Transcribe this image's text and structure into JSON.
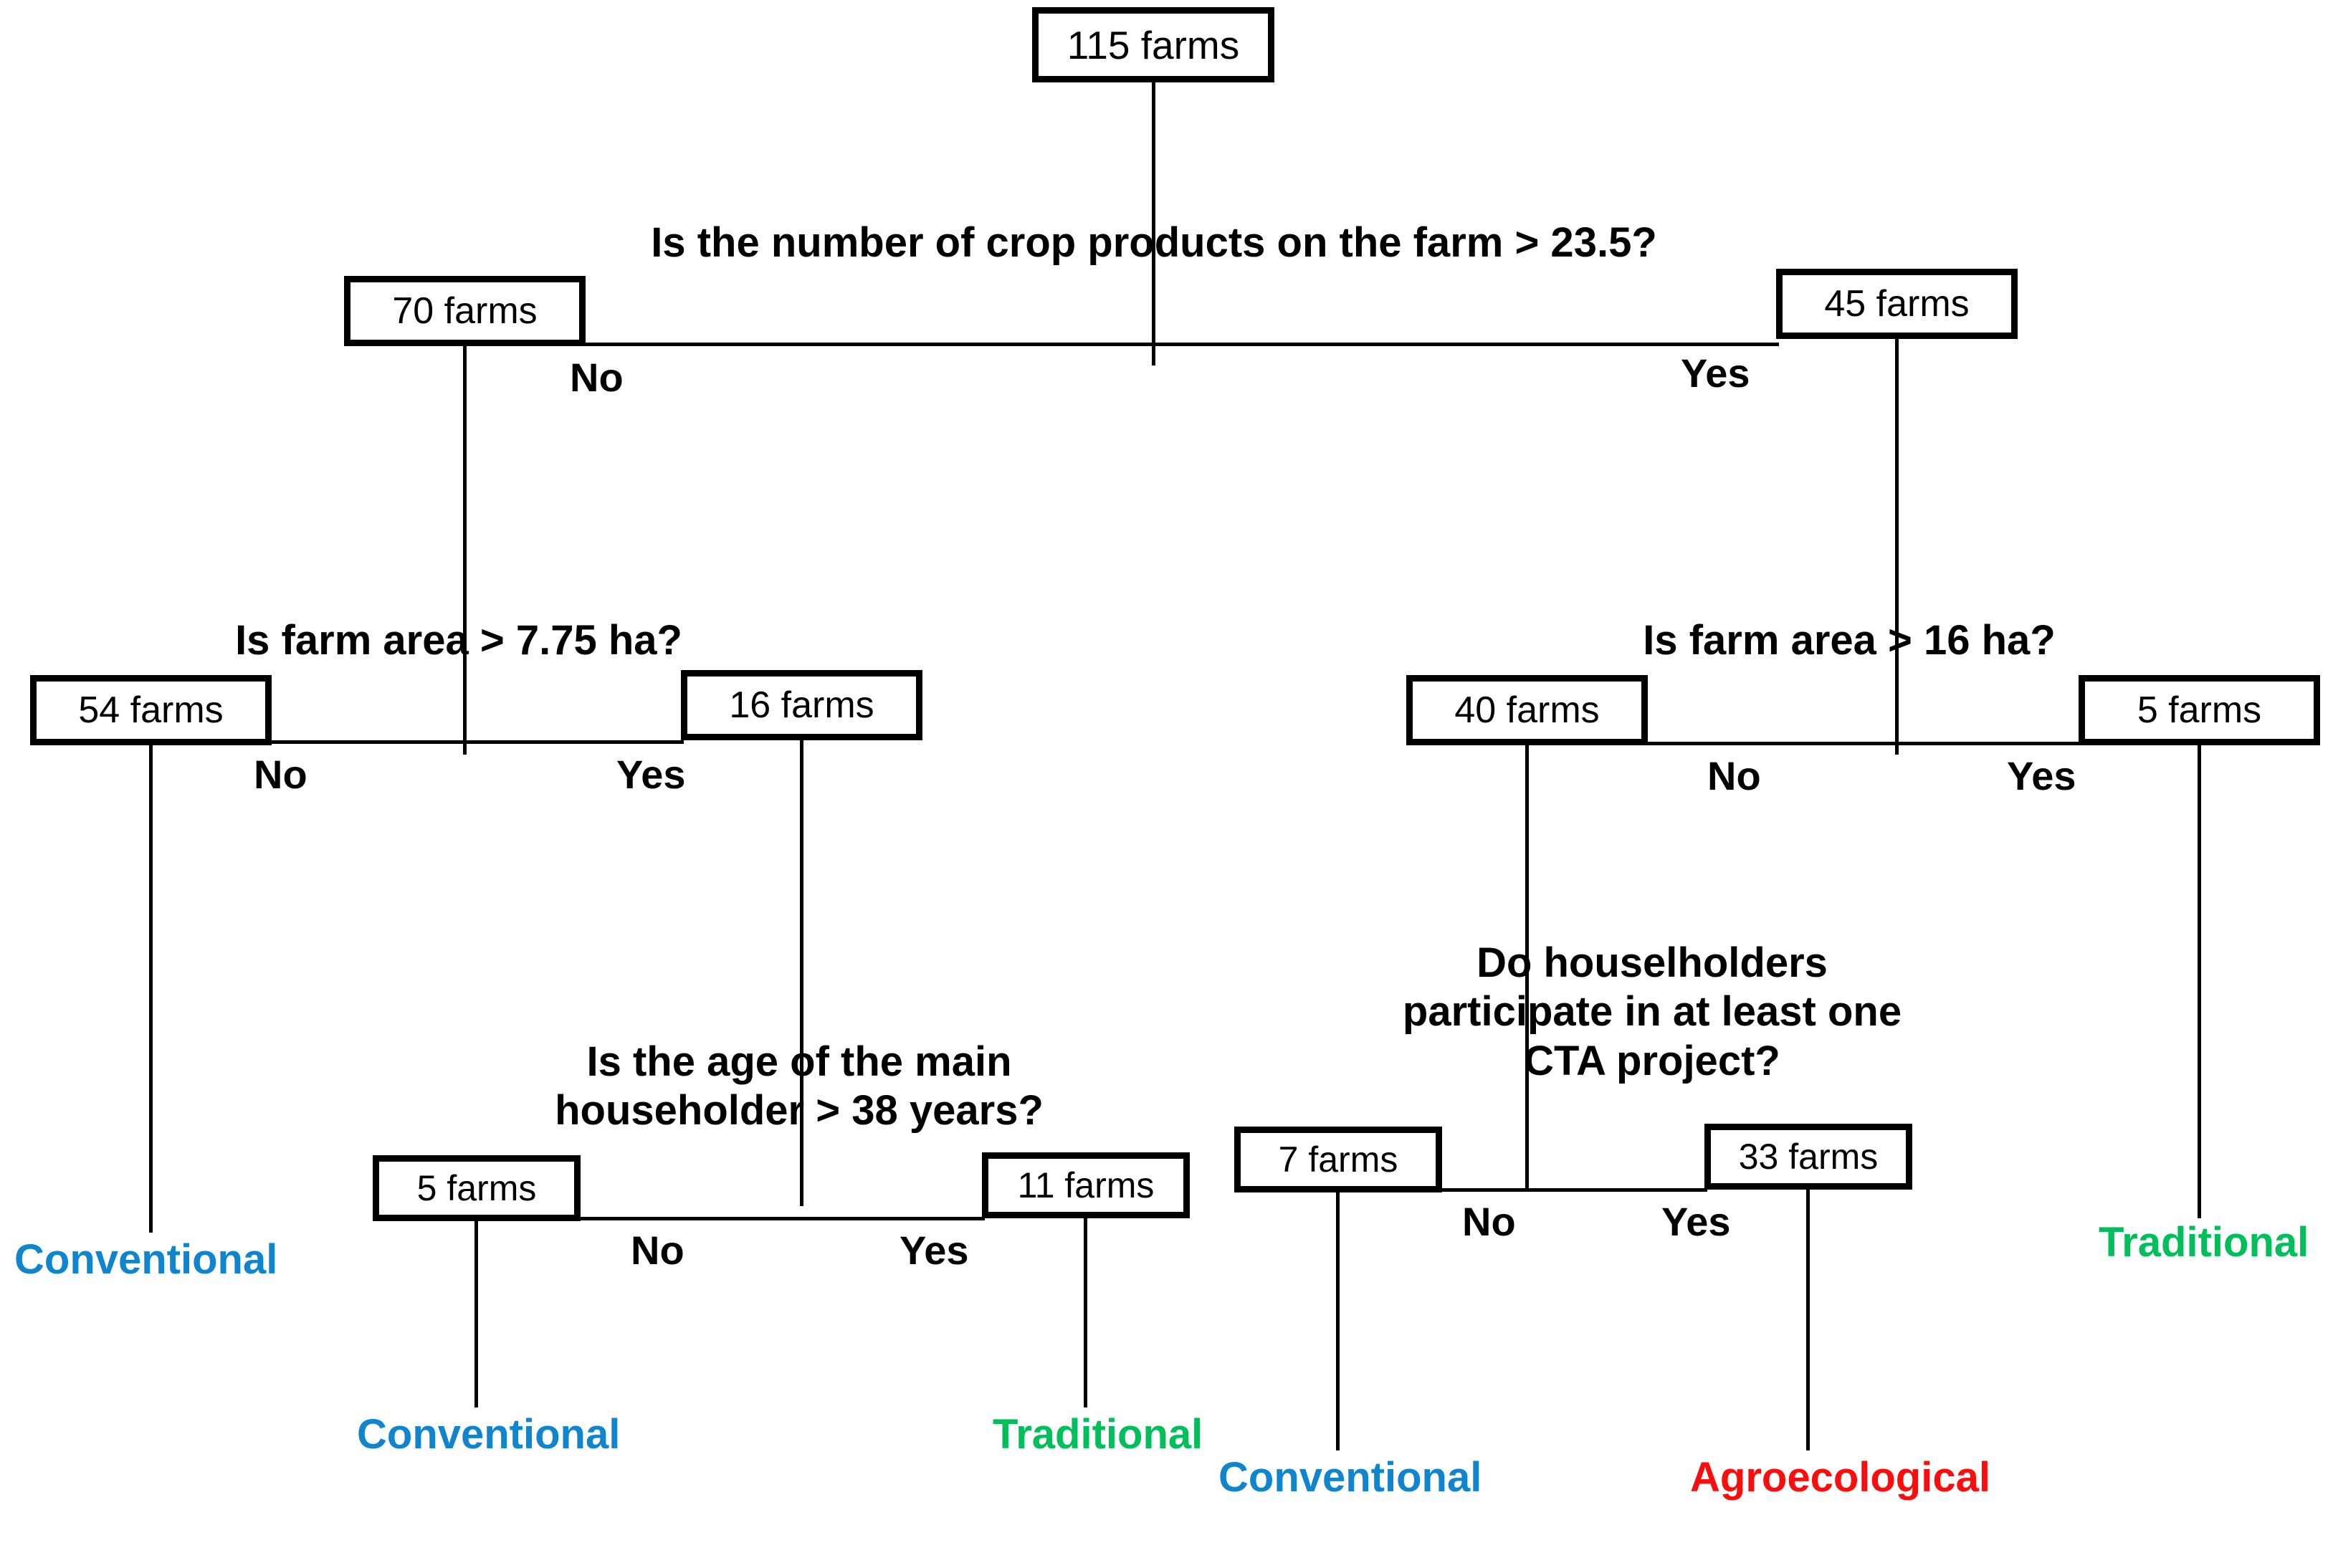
{
  "diagram": {
    "type": "decision-tree",
    "title": "",
    "colors": {
      "conventional": "#1184CE",
      "traditional": "#00BE5A",
      "agroecological": "#FB0D0D",
      "box_border": "#000000",
      "line": "#000000",
      "background": "#FFFFFF"
    },
    "nodes": {
      "root": {
        "label": "115 farms",
        "count": 115
      },
      "n70": {
        "label": "70 farms",
        "count": 70
      },
      "n45": {
        "label": "45 farms",
        "count": 45
      },
      "n54": {
        "label": "54 farms",
        "count": 54
      },
      "n16": {
        "label": "16 farms",
        "count": 16
      },
      "n40": {
        "label": "40 farms",
        "count": 40
      },
      "n5r": {
        "label": "5 farms",
        "count": 5
      },
      "n5l": {
        "label": "5 farms",
        "count": 5
      },
      "n11": {
        "label": "11 farms",
        "count": 11
      },
      "n7": {
        "label": "7 farms",
        "count": 7
      },
      "n33": {
        "label": "33 farms",
        "count": 33
      }
    },
    "questions": {
      "q1": "Is the number of crop products on the farm > 23.5?",
      "q2": "Is farm area > 7.75 ha?",
      "q3": "Is farm area > 16 ha?",
      "q4": "Is the age of the main\nhouseholder > 38 years?",
      "q5": "Do houselholders\nparticipate in at least one\nCTA project?"
    },
    "branch_labels": {
      "q1_no": "No",
      "q1_yes": "Yes",
      "q2_no": "No",
      "q2_yes": "Yes",
      "q3_no": "No",
      "q3_yes": "Yes",
      "q4_no": "No",
      "q4_yes": "Yes",
      "q5_no": "No",
      "q5_yes": "Yes"
    },
    "leaves": {
      "leaf_54": "Conventional",
      "leaf_5l": "Conventional",
      "leaf_11": "Traditional",
      "leaf_7": "Conventional",
      "leaf_33": "Agroecological",
      "leaf_5r": "Traditional"
    }
  }
}
